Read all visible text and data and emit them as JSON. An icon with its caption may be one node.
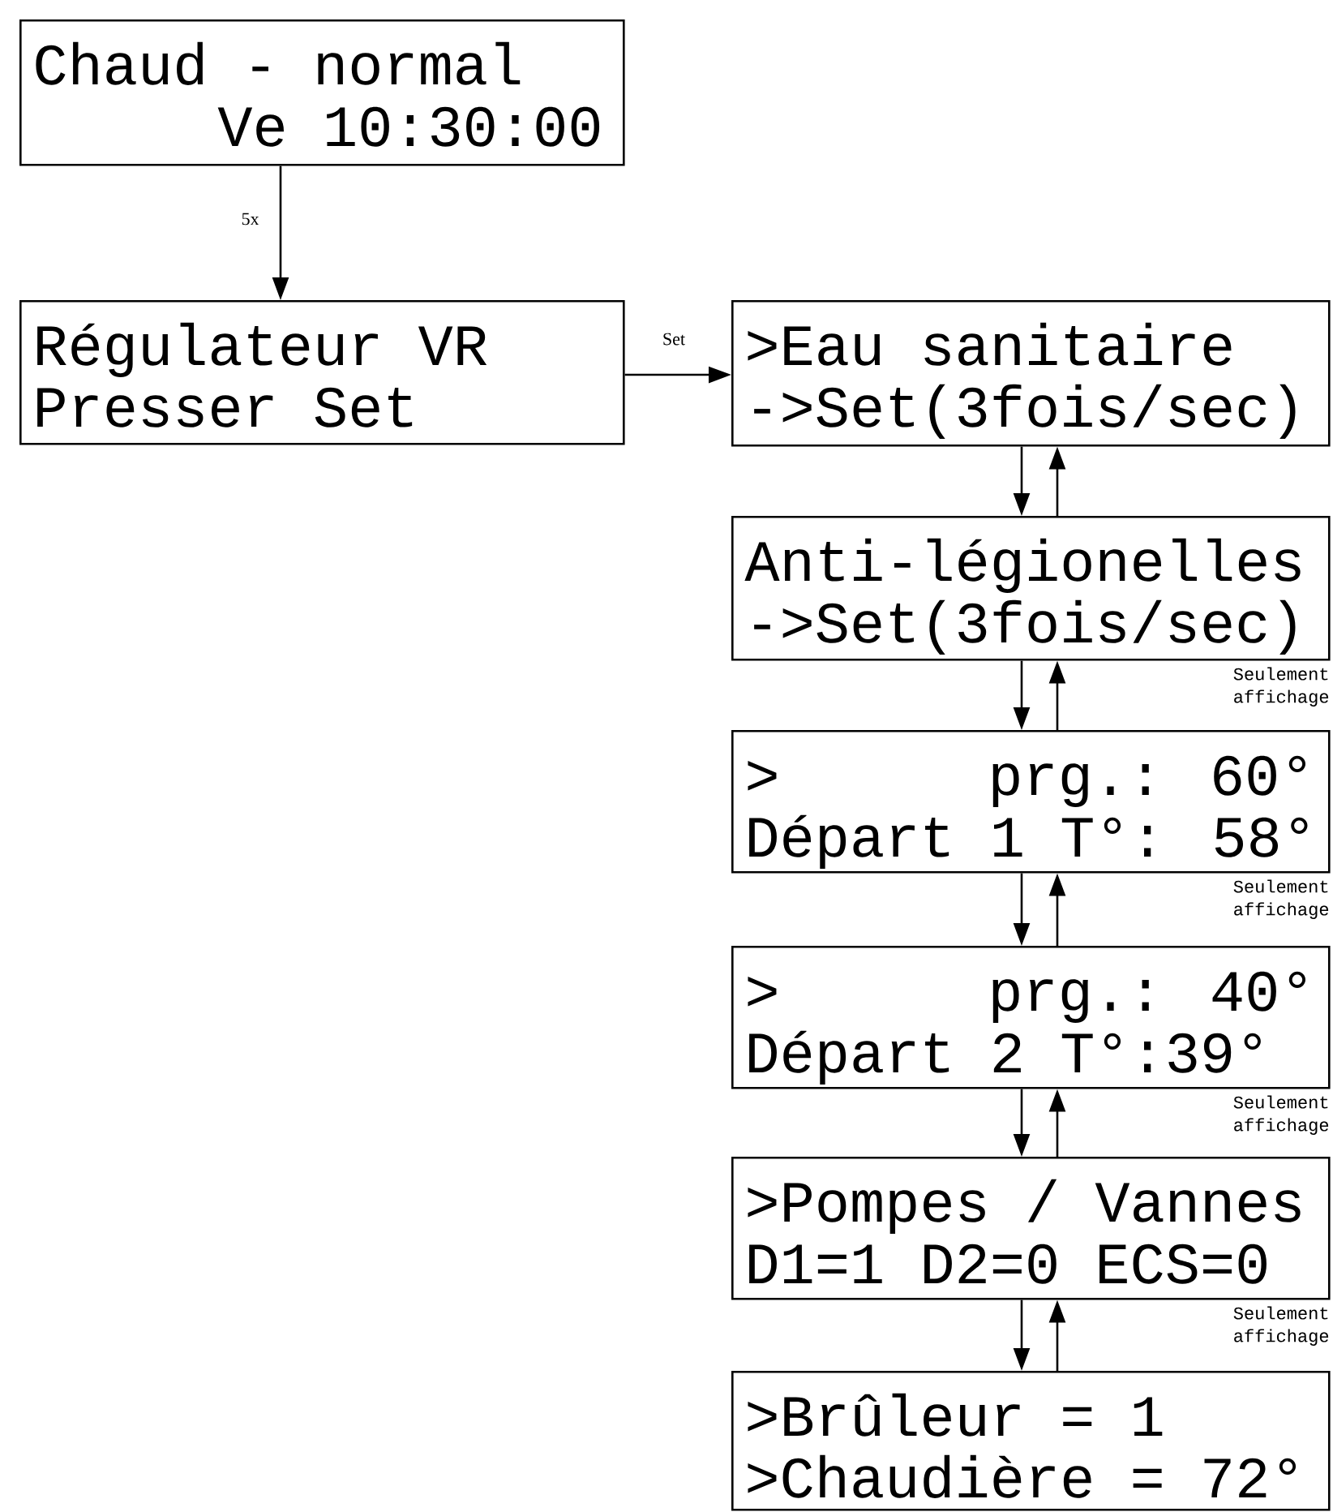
{
  "diagram": {
    "nodes": [
      {
        "text": [
          "Chaud - normal",
          "Ve 10:30:00"
        ]
      },
      {
        "text": [
          "Régulateur VR",
          "Presser Set"
        ]
      },
      {
        "text": [
          ">Eau sanitaire",
          "->Set(3fois/sec)"
        ]
      },
      {
        "text": [
          "Anti-légionelles",
          "->Set(3fois/sec)"
        ]
      },
      {
        "text": [
          ">",
          "prg.: 60°",
          "Départ 1 T°: 58°"
        ]
      },
      {
        "text": [
          ">",
          "prg.: 40°",
          "Départ 2 T°:39°"
        ]
      },
      {
        "text": [
          ">Pompes / Vannes",
          "D1=1 D2=0 ECS=0"
        ]
      },
      {
        "text": [
          ">Brûleur = 1",
          ">Chaudière = 72°"
        ]
      }
    ],
    "edges": [
      {
        "from": 0,
        "to": 1,
        "arrow": "to",
        "label": "5x"
      },
      {
        "from": 1,
        "to": 2,
        "arrow": "to",
        "label": "Set"
      },
      {
        "from": 2,
        "to": 3,
        "arrow": "to"
      },
      {
        "from": 3,
        "to": 2,
        "arrow": "to"
      },
      {
        "from": 3,
        "to": 4,
        "arrow": "to"
      },
      {
        "from": 4,
        "to": 3,
        "arrow": "to"
      },
      {
        "from": 4,
        "to": 5,
        "arrow": "to"
      },
      {
        "from": 5,
        "to": 4,
        "arrow": "to"
      },
      {
        "from": 5,
        "to": 6,
        "arrow": "to"
      },
      {
        "from": 6,
        "to": 5,
        "arrow": "to"
      },
      {
        "from": 6,
        "to": 7,
        "arrow": "to"
      },
      {
        "from": 7,
        "to": 6,
        "arrow": "to"
      }
    ],
    "labels": [
      "Seulement affichage",
      "Seulement affichage",
      "Seulement affichage",
      "Seulement affichage"
    ]
  }
}
